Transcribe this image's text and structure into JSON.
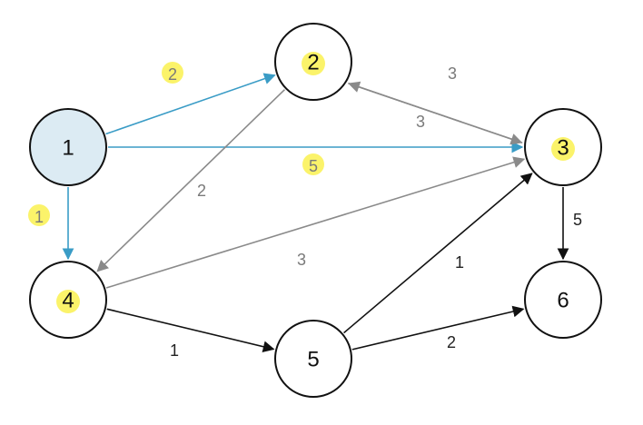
{
  "colors": {
    "highlight": "#fbf36a",
    "source_fill": "#dcebf3",
    "blue_edge": "#3a9cc6",
    "gray_edge": "#8a8a8a",
    "black_edge": "#111111",
    "gray_text": "#7a7a7a",
    "black_text": "#222222"
  },
  "nodes": [
    {
      "id": "1",
      "label": "1",
      "source": true,
      "highlighted": false
    },
    {
      "id": "2",
      "label": "2",
      "source": false,
      "highlighted": true
    },
    {
      "id": "3",
      "label": "3",
      "source": false,
      "highlighted": true
    },
    {
      "id": "4",
      "label": "4",
      "source": false,
      "highlighted": true
    },
    {
      "id": "5",
      "label": "5",
      "source": false,
      "highlighted": false
    },
    {
      "id": "6",
      "label": "6",
      "source": false,
      "highlighted": false
    }
  ],
  "edges": [
    {
      "from": "1",
      "to": "2",
      "weight": "2",
      "style": "blue",
      "label_highlight": true
    },
    {
      "from": "1",
      "to": "3",
      "weight": "5",
      "style": "blue",
      "label_highlight": true
    },
    {
      "from": "1",
      "to": "4",
      "weight": "1",
      "style": "blue",
      "label_highlight": true
    },
    {
      "from": "2",
      "to": "3",
      "weight": "3",
      "style": "gray",
      "label_highlight": false
    },
    {
      "from": "3",
      "to": "2",
      "weight": "3",
      "style": "gray",
      "label_highlight": false
    },
    {
      "from": "2",
      "to": "4",
      "weight": "2",
      "style": "gray",
      "label_highlight": false
    },
    {
      "from": "4",
      "to": "3",
      "weight": "3",
      "style": "gray",
      "label_highlight": false
    },
    {
      "from": "4",
      "to": "5",
      "weight": "1",
      "style": "black",
      "label_highlight": false
    },
    {
      "from": "5",
      "to": "3",
      "weight": "1",
      "style": "black",
      "label_highlight": false
    },
    {
      "from": "5",
      "to": "6",
      "weight": "2",
      "style": "black",
      "label_highlight": false
    },
    {
      "from": "3",
      "to": "6",
      "weight": "5",
      "style": "black",
      "label_highlight": false
    }
  ]
}
